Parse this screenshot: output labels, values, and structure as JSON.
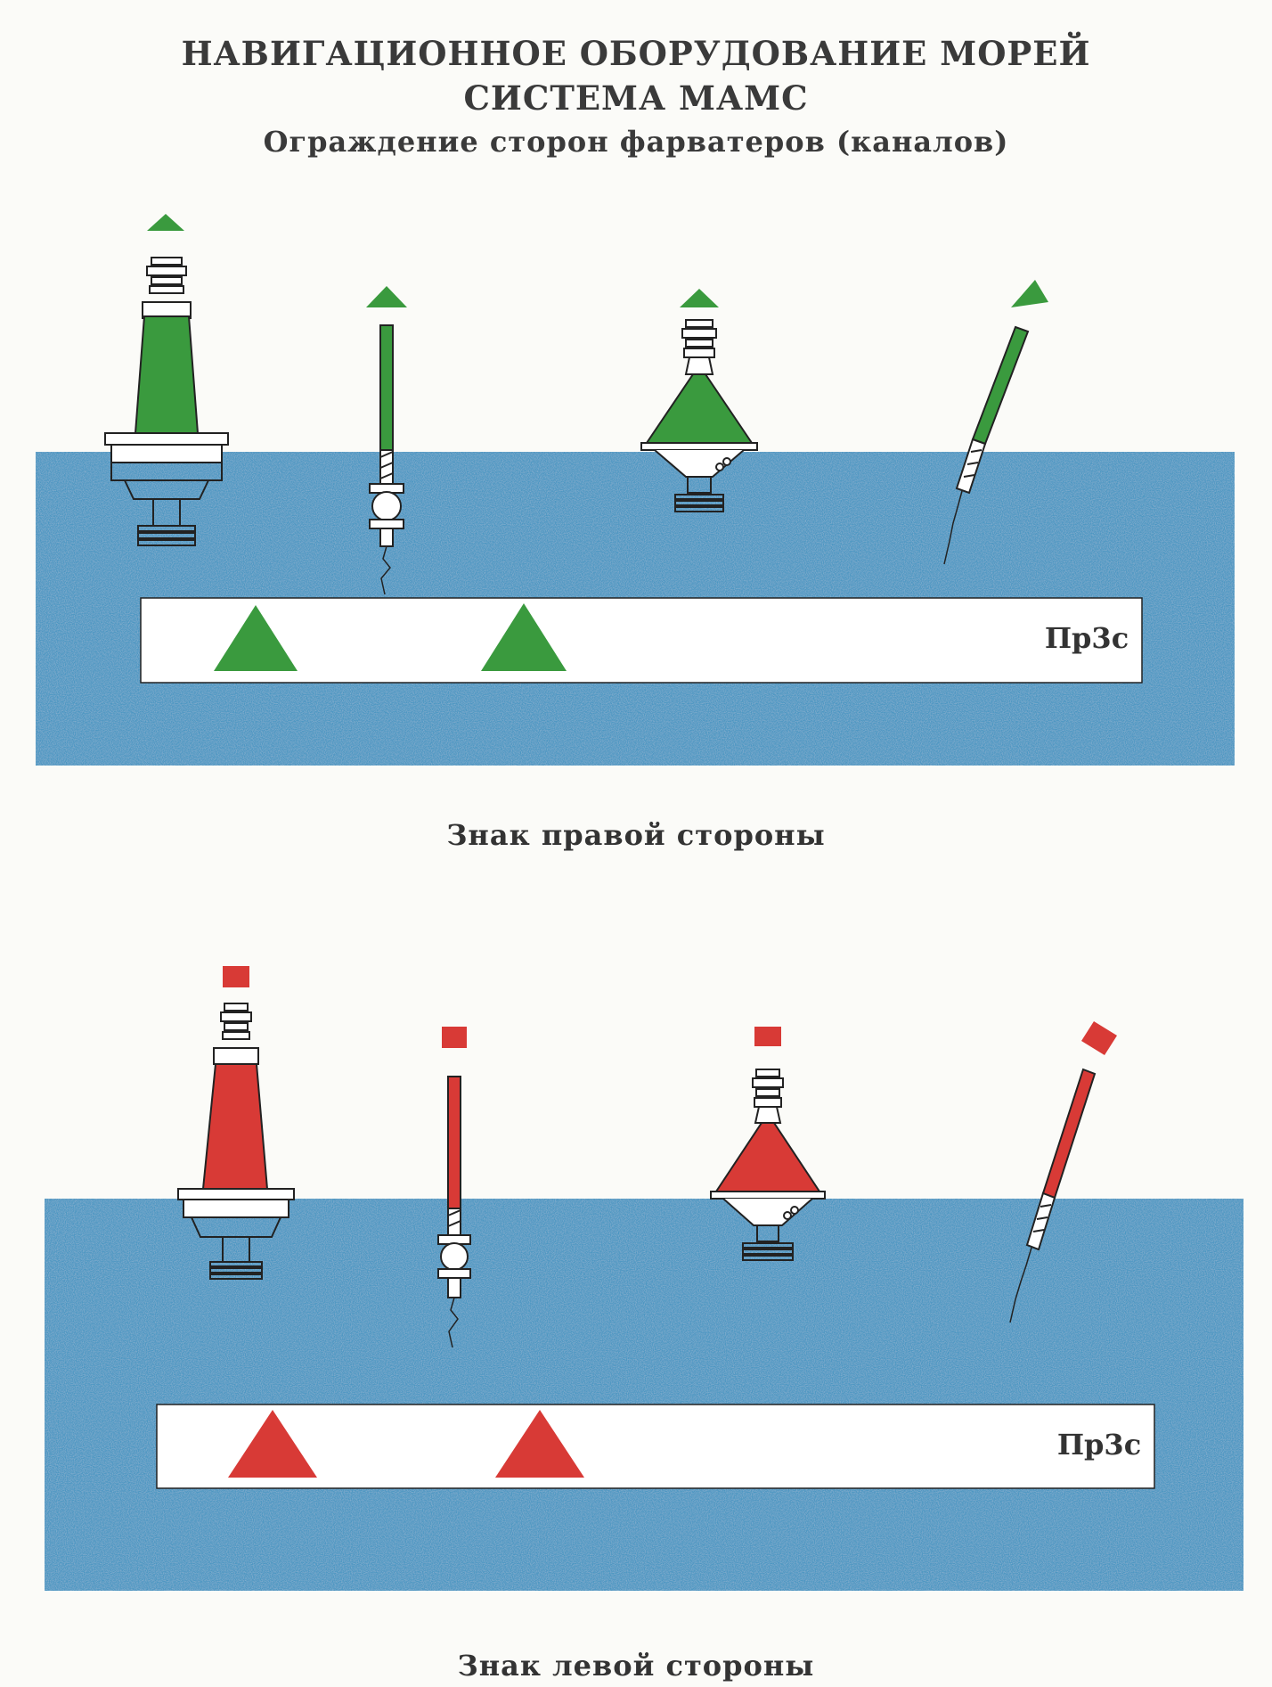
{
  "header": {
    "title_line1": "НАВИГАЦИОННОЕ ОБОРУДОВАНИЕ МОРЕЙ",
    "title_line2": "СИСТЕМА МАМС",
    "subtitle": "Ограждение сторон фарватеров (каналов)"
  },
  "colors": {
    "water": "#4d97c2",
    "starboard": "#3a9a3e",
    "port": "#d83a36",
    "outline": "#222222"
  },
  "panels": [
    {
      "id": "right",
      "topmark": "triangle",
      "color_key": "starboard",
      "chart_label": "Пр3с",
      "caption": "Знак правой стороны"
    },
    {
      "id": "left",
      "topmark": "square",
      "color_key": "port",
      "chart_label": "Пр3с",
      "caption": "Знак левой стороны"
    }
  ]
}
